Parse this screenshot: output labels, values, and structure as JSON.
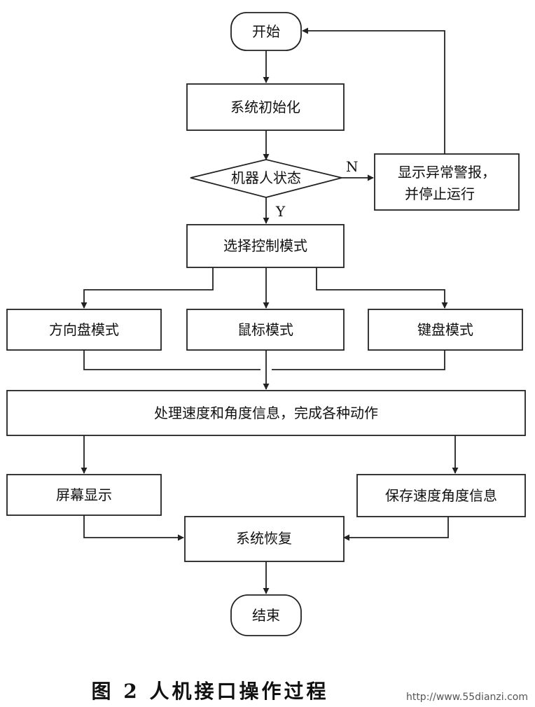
{
  "nodes": {
    "start": "开始",
    "init": "系统初始化",
    "state": "机器人状态",
    "alarm_line1": "显示异常警报，",
    "alarm_line2": "并停止运行",
    "select_mode": "选择控制模式",
    "wheel_mode": "方向盘模式",
    "mouse_mode": "鼠标模式",
    "keyboard_mode": "键盘模式",
    "process": "处理速度和角度信息，完成各种动作",
    "screen_display": "屏幕显示",
    "save_info": "保存速度角度信息",
    "recover": "系统恢复",
    "end": "结束"
  },
  "edge_labels": {
    "no": "N",
    "yes": "Y"
  },
  "caption": "图 2  人机接口操作过程",
  "watermark": "http://www.55dianzi.com"
}
